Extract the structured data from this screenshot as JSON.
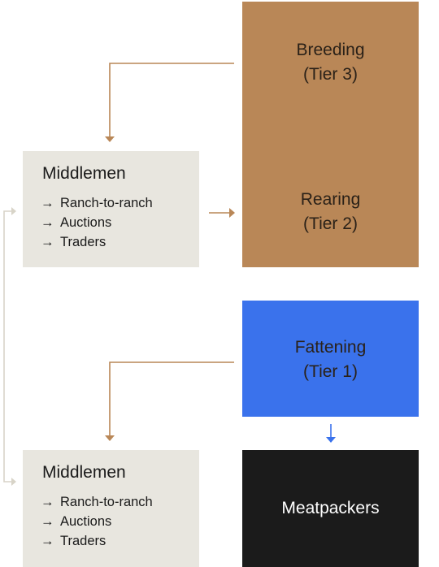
{
  "stages": {
    "breeding": {
      "line1": "Breeding",
      "line2": "(Tier 3)",
      "color": "#b98757"
    },
    "rearing": {
      "line1": "Rearing",
      "line2": "(Tier 2)",
      "color": "#b98757"
    },
    "fattening": {
      "line1": "Fattening",
      "line2": "(Tier 1)",
      "color": "#3a72ec"
    },
    "meatpackers": {
      "label": "Meatpackers",
      "color": "#1b1b1b"
    }
  },
  "middlemen_upper": {
    "title": "Middlemen",
    "items": [
      {
        "icon": "arrow-right-icon",
        "glyph": "→",
        "label": "Ranch-to-ranch"
      },
      {
        "icon": "arrow-right-icon",
        "glyph": "→",
        "label": "Auctions"
      },
      {
        "icon": "arrow-right-icon",
        "glyph": "→",
        "label": "Traders"
      }
    ]
  },
  "middlemen_lower": {
    "title": "Middlemen",
    "items": [
      {
        "icon": "arrow-right-icon",
        "glyph": "→",
        "label": "Ranch-to-ranch"
      },
      {
        "icon": "arrow-right-icon",
        "glyph": "→",
        "label": "Auctions"
      },
      {
        "icon": "arrow-right-icon",
        "glyph": "→",
        "label": "Traders"
      }
    ]
  },
  "colors": {
    "middlemen_bg": "#e8e6df",
    "connector_brown": "#b98757",
    "connector_blue": "#3a72ec",
    "connector_light": "#d8d4c8"
  }
}
